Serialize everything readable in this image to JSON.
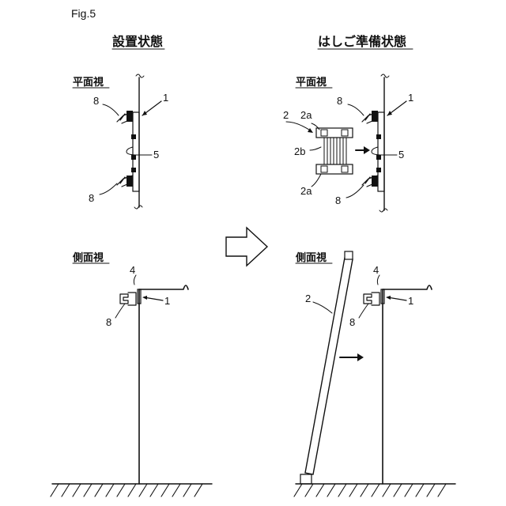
{
  "figure": {
    "label": "Fig.5",
    "left_title": "設置状態",
    "right_title": "はしご準備状態"
  },
  "views": {
    "plan": "平面視",
    "side": "側面視"
  },
  "refs": {
    "r1": "1",
    "r2": "2",
    "r2a": "2a",
    "r2b": "2b",
    "r4": "4",
    "r5": "5",
    "r8": "8"
  }
}
